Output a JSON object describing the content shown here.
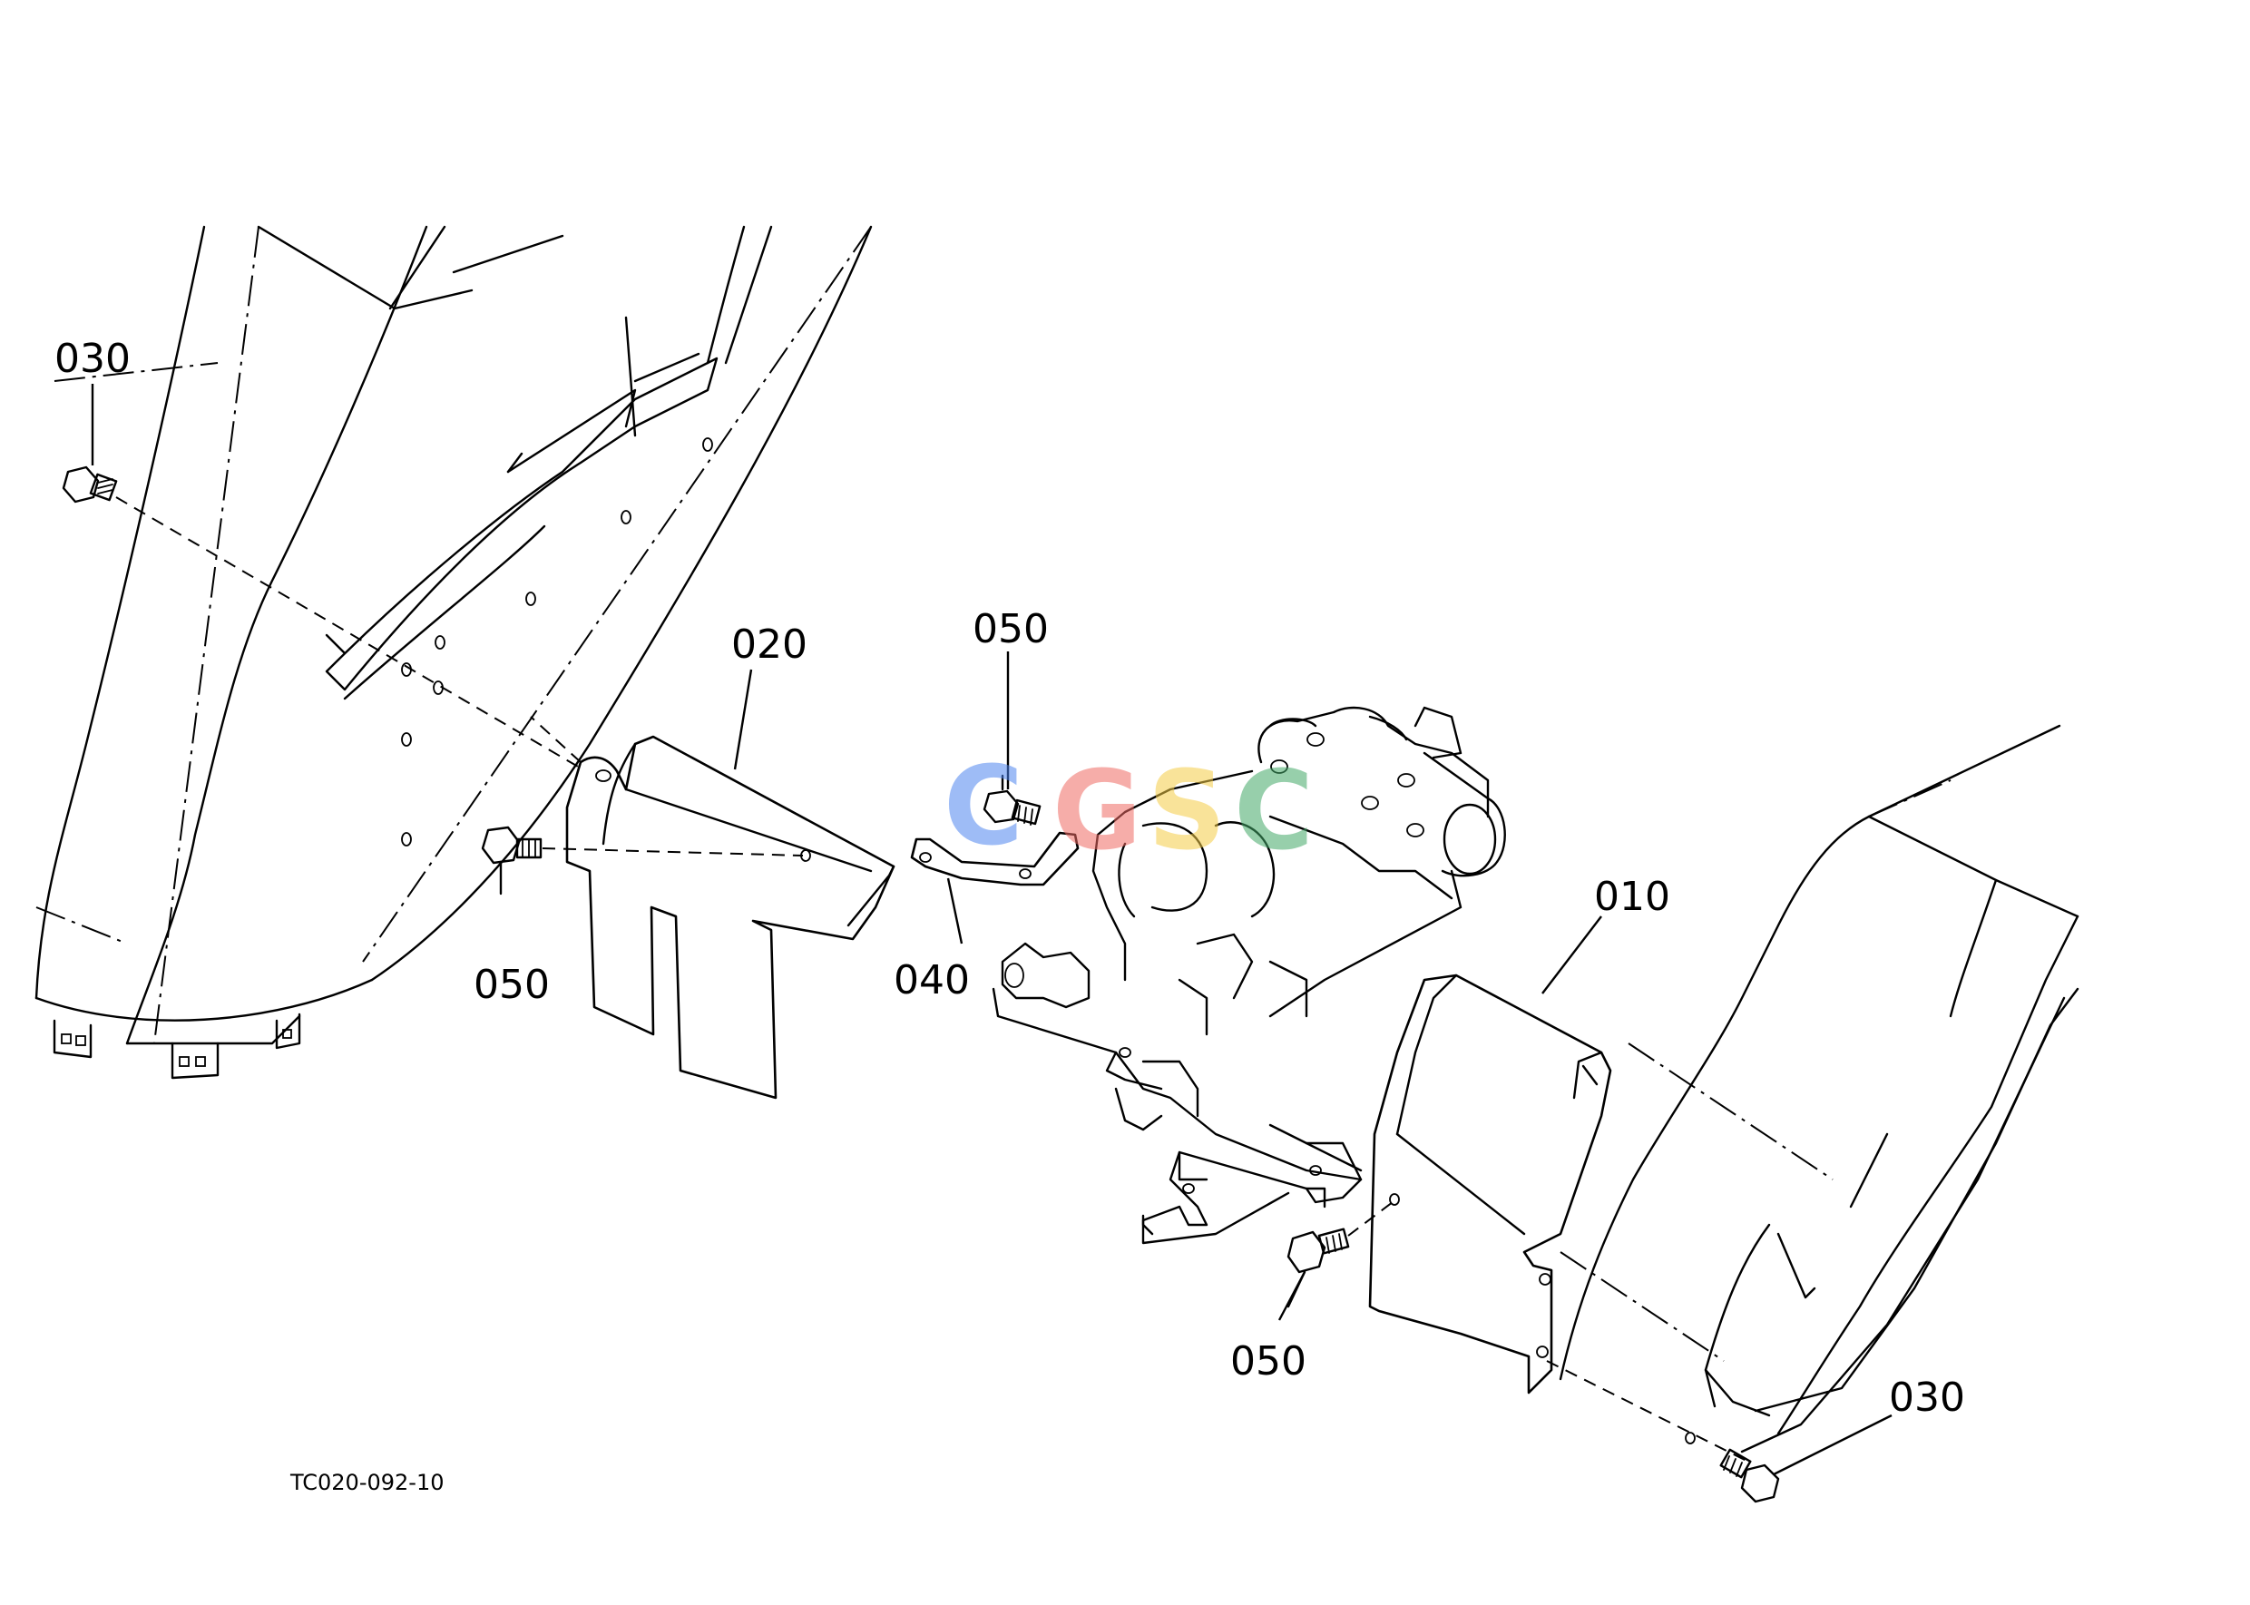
{
  "diagram": {
    "reference_code": "TC020-092-10",
    "watermark": {
      "letters": [
        {
          "char": "C",
          "color": "#4f86f0"
        },
        {
          "char": "G",
          "color": "#ef6b64"
        },
        {
          "char": "S",
          "color": "#f5cd47"
        },
        {
          "char": "C",
          "color": "#43a868"
        }
      ]
    },
    "part_labels": {
      "p010": "010",
      "p020": "020",
      "p030_top": "030",
      "p030_bottom": "030",
      "p040": "040",
      "p050_top": "050",
      "p050_left": "050",
      "p050_bottom": "050"
    }
  }
}
